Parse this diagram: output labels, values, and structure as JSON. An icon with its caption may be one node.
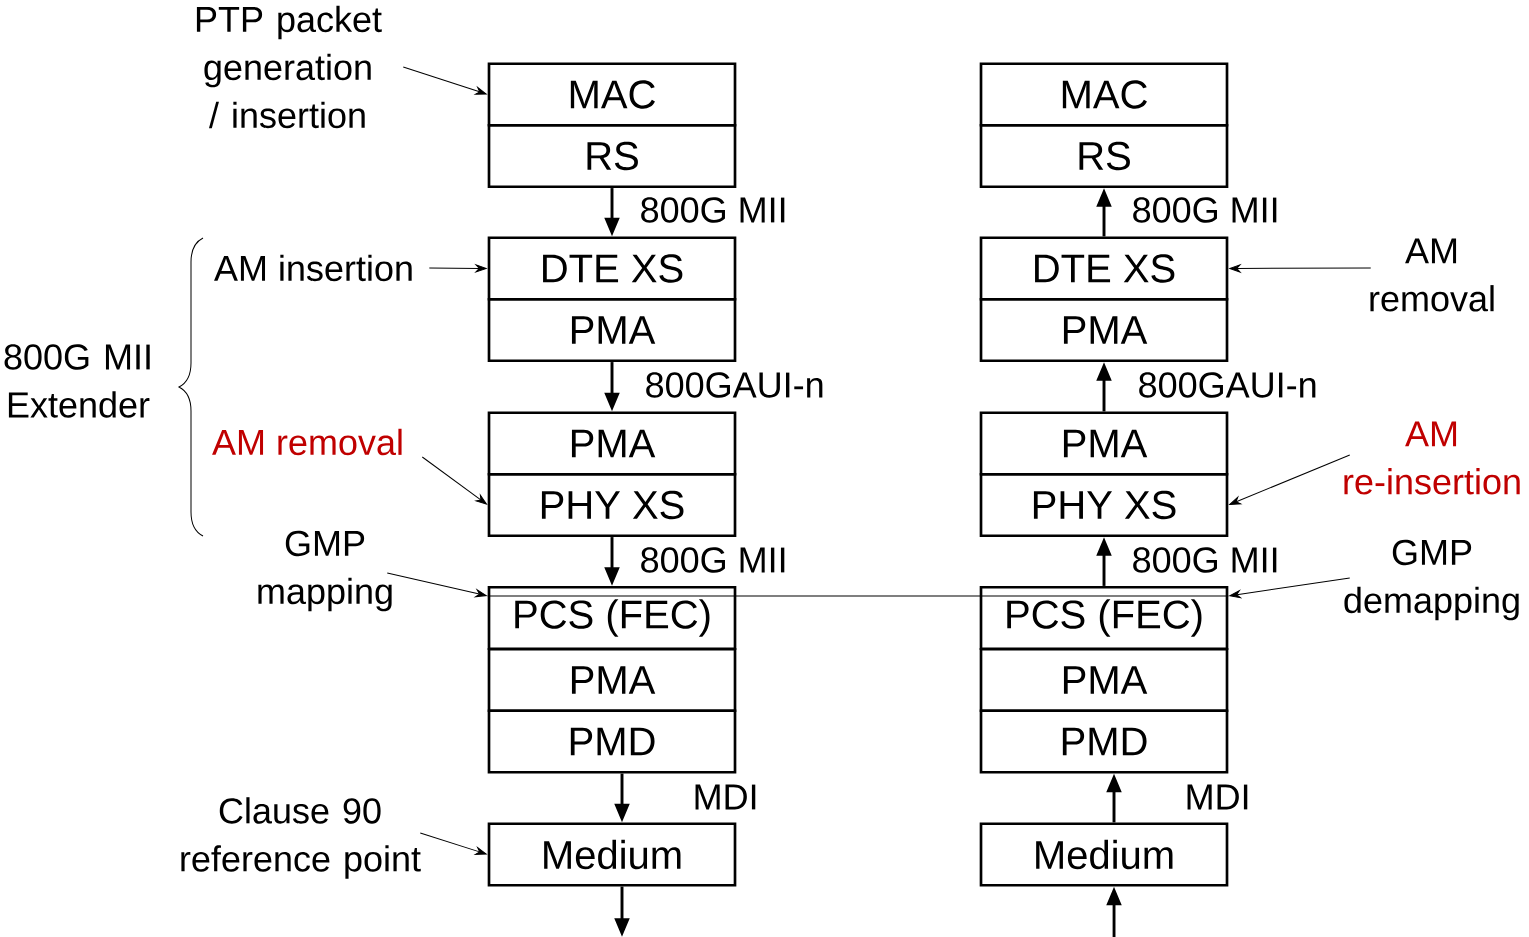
{
  "diagram": {
    "nodes": [
      {
        "text": [
          "MAC"
        ]
      },
      {
        "text": [
          "RS"
        ]
      },
      {
        "text": [
          "DTE XS"
        ]
      },
      {
        "text": [
          "PMA"
        ]
      },
      {
        "text": [
          "PMA"
        ]
      },
      {
        "text": [
          "PHY XS"
        ]
      },
      {
        "text": [
          "PCS (FEC)"
        ]
      },
      {
        "text": [
          "PMA"
        ]
      },
      {
        "text": [
          "PMD"
        ]
      },
      {
        "text": [
          "Medium"
        ]
      },
      {
        "text": [
          "MAC"
        ]
      },
      {
        "text": [
          "RS"
        ]
      },
      {
        "text": [
          "DTE XS"
        ]
      },
      {
        "text": [
          "PMA"
        ]
      },
      {
        "text": [
          "PMA"
        ]
      },
      {
        "text": [
          "PHY XS"
        ]
      },
      {
        "text": [
          "PCS (FEC)"
        ]
      },
      {
        "text": [
          "PMA"
        ]
      },
      {
        "text": [
          "PMD"
        ]
      },
      {
        "text": [
          "Medium"
        ]
      },
      {
        "text": [
          "PTP packet generation / insertion"
        ]
      },
      {
        "text": [
          "AM insertion"
        ]
      },
      {
        "text": [
          "AM removal"
        ]
      },
      {
        "text": [
          "GMP mapping"
        ]
      },
      {
        "text": [
          "Clause 90 reference point"
        ]
      },
      {
        "text": [
          "AM removal"
        ]
      },
      {
        "text": [
          "AM re-insertion"
        ]
      },
      {
        "text": [
          "GMP demapping"
        ]
      }
    ],
    "edges": [
      {
        "from": 1,
        "to": 2,
        "arrow": "to",
        "label": "800G MII"
      },
      {
        "from": 3,
        "to": 4,
        "arrow": "to",
        "label": "800GAUI-n"
      },
      {
        "from": 5,
        "to": 6,
        "arrow": "to",
        "label": "800G MII"
      },
      {
        "from": 8,
        "to": 9,
        "arrow": "to",
        "label": "MDI"
      },
      {
        "from": 9,
        "to": null,
        "arrow": "to"
      },
      {
        "from": 12,
        "to": 11,
        "arrow": "to",
        "label": "800G MII"
      },
      {
        "from": 14,
        "to": 13,
        "arrow": "to",
        "label": "800GAUI-n"
      },
      {
        "from": 16,
        "to": 15,
        "arrow": "to",
        "label": "800G MII"
      },
      {
        "from": 19,
        "to": 18,
        "arrow": "to",
        "label": "MDI"
      },
      {
        "from": null,
        "to": 19,
        "arrow": "to"
      },
      {
        "from": 20,
        "to": 0,
        "arrow": "to"
      },
      {
        "from": 21,
        "to": 2,
        "arrow": "to"
      },
      {
        "from": 22,
        "to": 5,
        "arrow": "to"
      },
      {
        "from": 23,
        "to": 6,
        "arrow": "to"
      },
      {
        "from": 24,
        "to": 9,
        "arrow": "to"
      },
      {
        "from": 25,
        "to": 12,
        "arrow": "to"
      },
      {
        "from": 26,
        "to": 15,
        "arrow": "to"
      },
      {
        "from": 27,
        "to": 16,
        "arrow": "to"
      },
      {
        "from": 6,
        "to": 16,
        "arrow": "none"
      }
    ],
    "labels": [
      "800G MII Extender"
    ]
  }
}
